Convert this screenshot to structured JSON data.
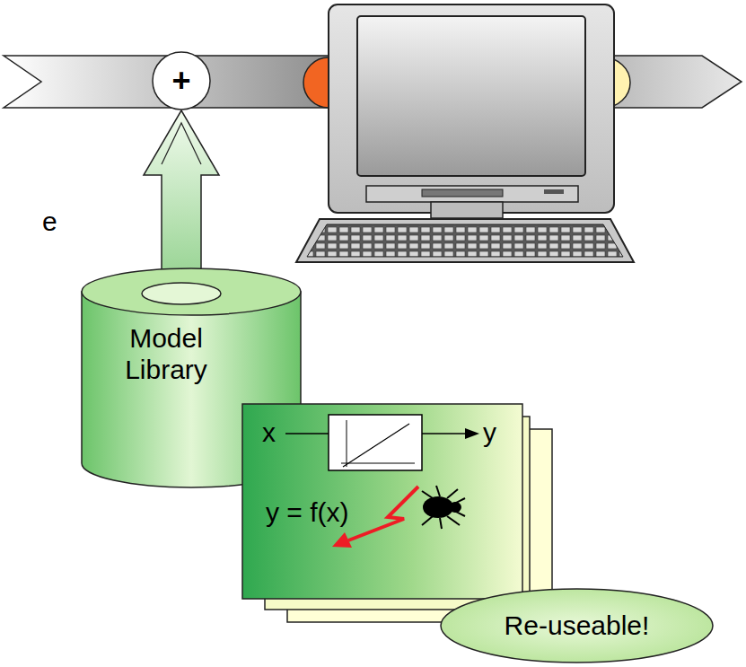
{
  "diagram": {
    "nodes": [
      {
        "text": [
          "+"
        ]
      },
      {
        "text": [
          "Model Library"
        ]
      },
      {
        "text": [
          "x",
          "y",
          "y = f(x)"
        ]
      },
      {
        "text": [
          "Re-useable!"
        ]
      }
    ],
    "edges": [
      {
        "from": 1,
        "to": 0,
        "arrow": "to"
      }
    ],
    "labels": [
      "e"
    ]
  }
}
